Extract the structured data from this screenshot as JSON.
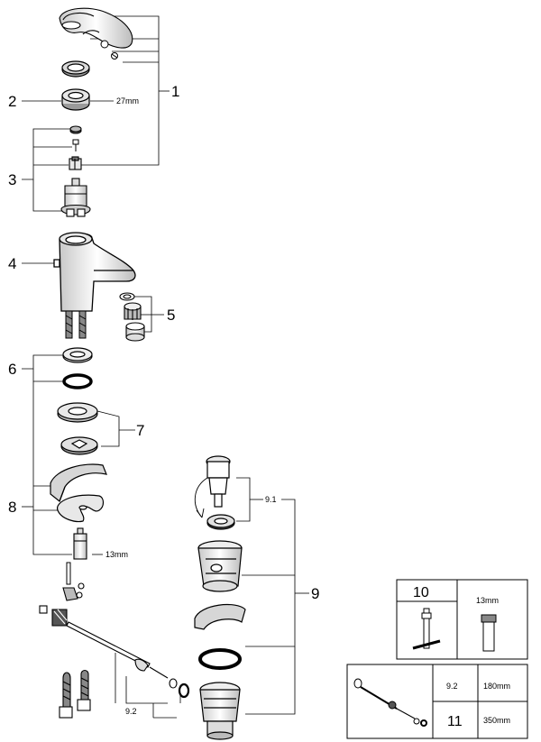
{
  "callouts": {
    "c1": "1",
    "c2": "2",
    "c3": "3",
    "c4": "4",
    "c5": "5",
    "c6": "6",
    "c7": "7",
    "c8": "8",
    "c9": "9",
    "c9_1": "9.1",
    "c9_2": "9.2"
  },
  "dimensions": {
    "nut_size": "27mm",
    "cartridge_tool_size": "13mm"
  },
  "table_10": {
    "number": "10",
    "size": "13mm"
  },
  "table_11": {
    "row_9_2_label": "9.2",
    "row_9_2_length": "180mm",
    "number": "11",
    "row_11_length": "350mm"
  },
  "colors": {
    "line": "#000000",
    "part_fill": "#ffffff",
    "shade": "#d9d9d9",
    "dark_shade": "#9a9a9a"
  }
}
